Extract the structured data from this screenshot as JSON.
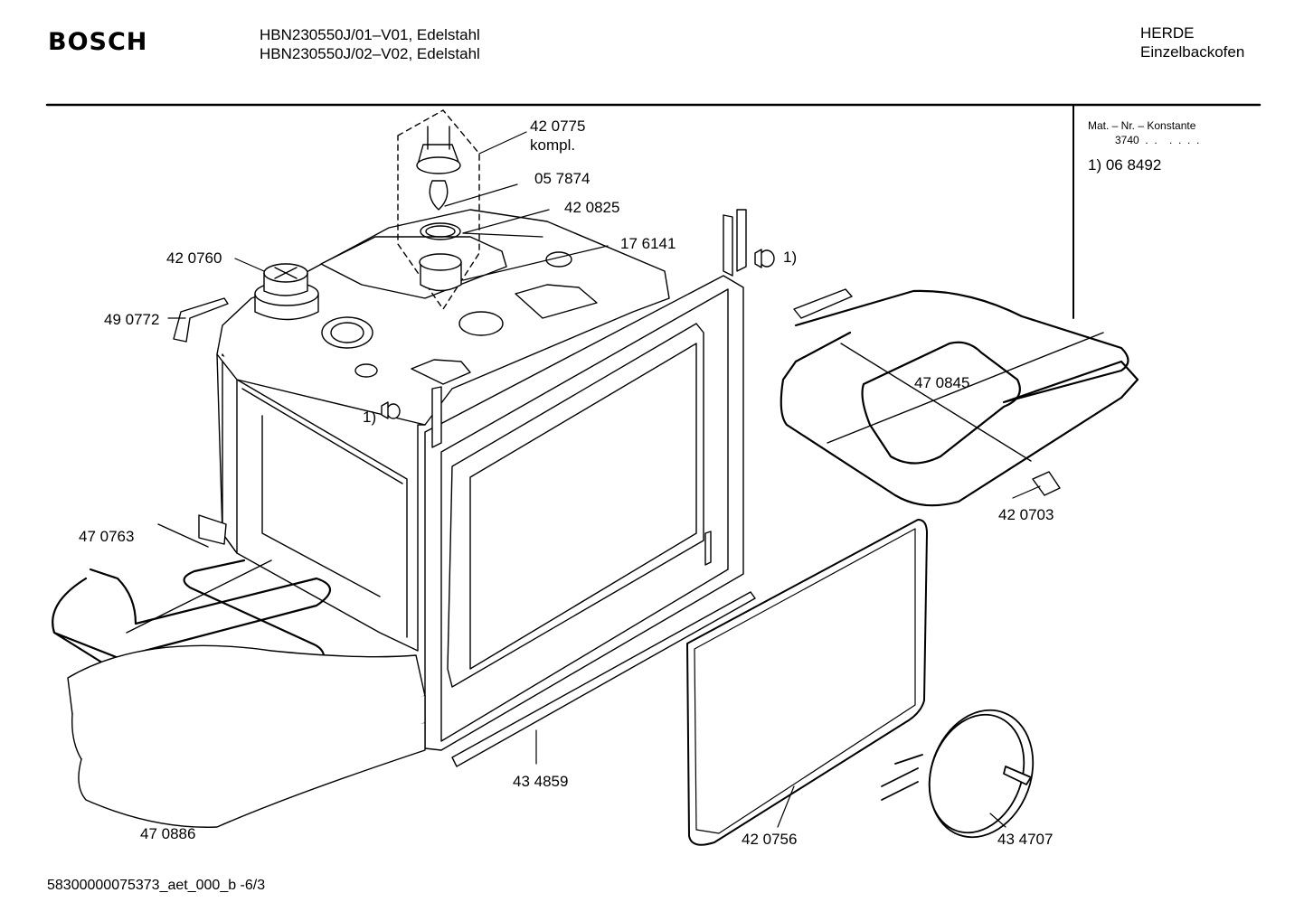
{
  "header": {
    "brand": "BOSCH",
    "models": [
      "HBN230550J/01–V01, Edelstahl",
      "HBN230550J/02–V02, Edelstahl"
    ],
    "category": "HERDE",
    "subcategory": "Einzelbackofen"
  },
  "side_box": {
    "heading": "Mat. – Nr. – Konstante",
    "constant": "3740  .  .    .  .  .  .",
    "note": "1) 06 8492"
  },
  "parts": [
    {
      "id": "p1",
      "number": "42 0775"
    },
    {
      "id": "p1b",
      "number": "kompl."
    },
    {
      "id": "p2",
      "number": "05 7874"
    },
    {
      "id": "p3",
      "number": "42 0825"
    },
    {
      "id": "p4",
      "number": "17 6141"
    },
    {
      "id": "p5",
      "number": "42 0760"
    },
    {
      "id": "p6",
      "number": "49 0772"
    },
    {
      "id": "p7",
      "number": "1)"
    },
    {
      "id": "p8",
      "number": "1)"
    },
    {
      "id": "p9",
      "number": "47 0845"
    },
    {
      "id": "p10",
      "number": "42 0703"
    },
    {
      "id": "p11",
      "number": "47 0763"
    },
    {
      "id": "p12",
      "number": "43 4859"
    },
    {
      "id": "p13",
      "number": "47 0886"
    },
    {
      "id": "p14",
      "number": "42 0756"
    },
    {
      "id": "p15",
      "number": "43 4707"
    }
  ],
  "footer": "58300000075373_aet_000_b -6/3"
}
